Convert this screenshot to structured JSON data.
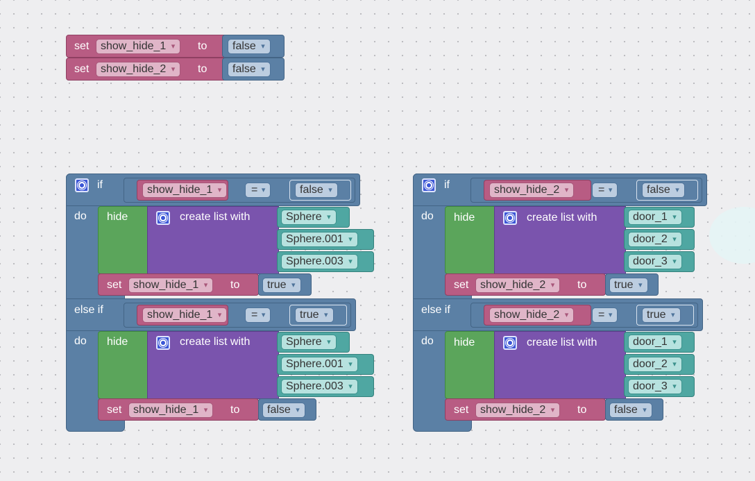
{
  "colors": {
    "variables": "#b85c83",
    "logic": "#5b80a5",
    "action": "#5ba55b",
    "list": "#7a54ad",
    "text": "#4fa7a2",
    "gear": "#3a55d6"
  },
  "top_sets": [
    {
      "set": "set",
      "var": "show_hide_1",
      "to": "to",
      "value": "false"
    },
    {
      "set": "set",
      "var": "show_hide_2",
      "to": "to",
      "value": "false"
    }
  ],
  "if_blocks": [
    {
      "if_label": "if",
      "do_label": "do",
      "else_if_label": "else if",
      "branch1": {
        "cond": {
          "var": "show_hide_1",
          "op": "=",
          "value": "false"
        },
        "action": "hide",
        "list_label": "create list with",
        "items": [
          "Sphere",
          "Sphere.001",
          "Sphere.003"
        ],
        "set": {
          "set": "set",
          "var": "show_hide_1",
          "to": "to",
          "value": "true"
        }
      },
      "branch2": {
        "cond": {
          "var": "show_hide_1",
          "op": "=",
          "value": "true"
        },
        "action": "hide",
        "list_label": "create list with",
        "items": [
          "Sphere",
          "Sphere.001",
          "Sphere.003"
        ],
        "set": {
          "set": "set",
          "var": "show_hide_1",
          "to": "to",
          "value": "false"
        }
      }
    },
    {
      "if_label": "if",
      "do_label": "do",
      "else_if_label": "else if",
      "branch1": {
        "cond": {
          "var": "show_hide_2",
          "op": "=",
          "value": "false"
        },
        "action": "hide",
        "list_label": "create list with",
        "items": [
          "door_1",
          "door_2",
          "door_3"
        ],
        "set": {
          "set": "set",
          "var": "show_hide_2",
          "to": "to",
          "value": "true"
        }
      },
      "branch2": {
        "cond": {
          "var": "show_hide_2",
          "op": "=",
          "value": "true"
        },
        "action": "hide",
        "list_label": "create list with",
        "items": [
          "door_1",
          "door_2",
          "door_3"
        ],
        "set": {
          "set": "set",
          "var": "show_hide_2",
          "to": "to",
          "value": "false"
        }
      }
    }
  ]
}
